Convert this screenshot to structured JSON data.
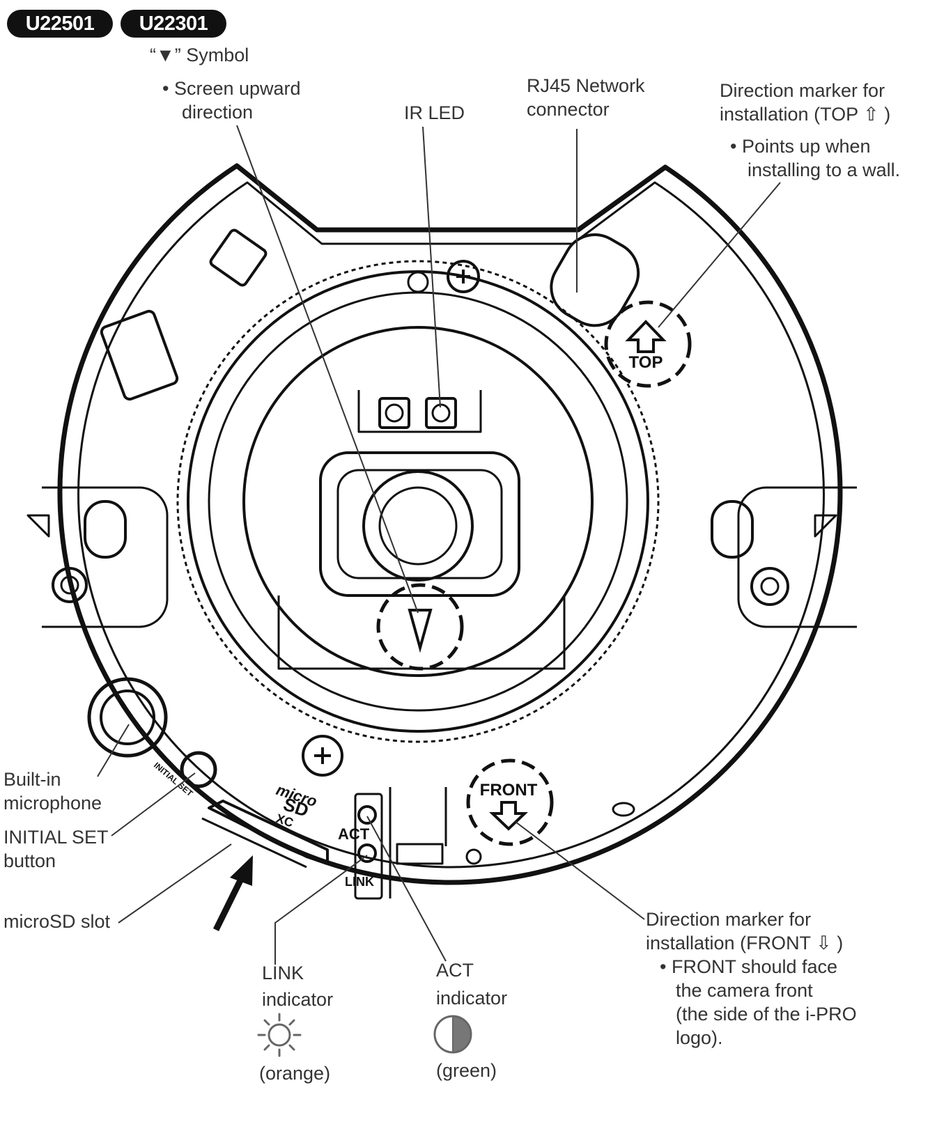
{
  "badges": [
    "U22501",
    "U22301"
  ],
  "labels": {
    "symbol_heading": "“▼” Symbol",
    "screen_upward": [
      "• Screen upward",
      "direction"
    ],
    "ir_led": "IR LED",
    "rj45": [
      "RJ45 Network",
      "connector"
    ],
    "top_marker": [
      "Direction marker for",
      "installation (TOP ⇧ )",
      "• Points up when",
      "installing to a wall."
    ],
    "builtin_mic": [
      "Built-in",
      "microphone"
    ],
    "initial_set": [
      "INITIAL SET",
      "button"
    ],
    "microsd_slot": "microSD slot",
    "link_indicator": [
      "LINK",
      "indicator",
      "(orange)"
    ],
    "act_indicator": [
      "ACT",
      "indicator",
      "(green)"
    ],
    "front_marker": [
      "Direction marker for",
      "installation (FRONT ⇩ )",
      "• FRONT should face",
      "the camera front",
      "(the side of the i-PRO",
      "logo)."
    ]
  },
  "device_marks": {
    "top": "TOP",
    "front": "FRONT",
    "act": "ACT",
    "link": "LINK",
    "micro": "micro",
    "sd": "SD",
    "xc": "XC",
    "initial_set_engraving": "INITIAL SET"
  },
  "icons": {
    "link_indicator": "sun-icon",
    "act_indicator": "half-circle-icon"
  }
}
